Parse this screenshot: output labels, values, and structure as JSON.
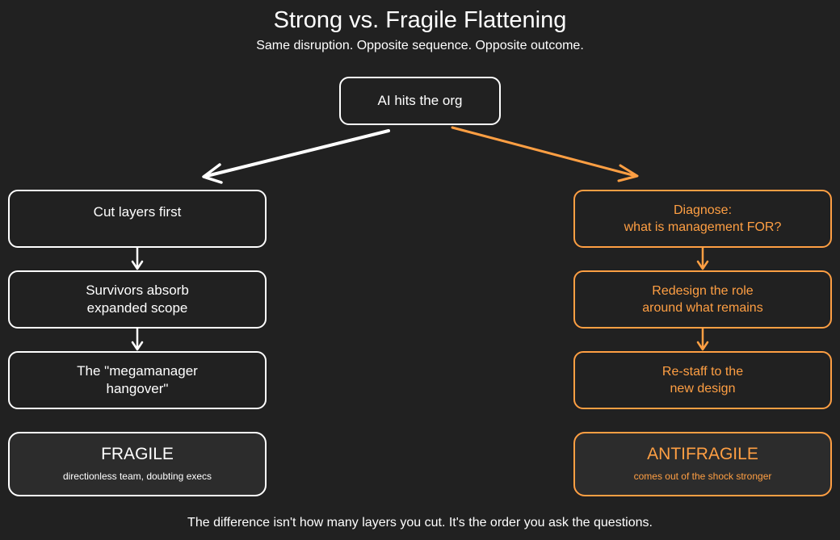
{
  "title": "Strong vs. Fragile Flattening",
  "subtitle": "Same disruption. Opposite sequence. Opposite outcome.",
  "root": {
    "label": "AI hits the org"
  },
  "colors": {
    "background": "#212121",
    "neutral": "#ffffff",
    "accent": "#ff9f43",
    "outcome_fill": "#2c2c2c"
  },
  "left_path": {
    "steps": [
      "Cut layers first",
      "Survivors absorb\nexpanded scope",
      "The \"megamanager\nhangover\""
    ],
    "outcome": {
      "label": "FRAGILE",
      "caption": "directionless team, doubting execs"
    }
  },
  "right_path": {
    "steps": [
      "Diagnose:\nwhat is management FOR?",
      "Redesign the role\naround what remains",
      "Re-staff to the\nnew design"
    ],
    "outcome": {
      "label": "ANTIFRAGILE",
      "caption": "comes out of the shock stronger"
    }
  },
  "footer": "The difference isn't how many layers you cut. It's the order you ask the questions."
}
